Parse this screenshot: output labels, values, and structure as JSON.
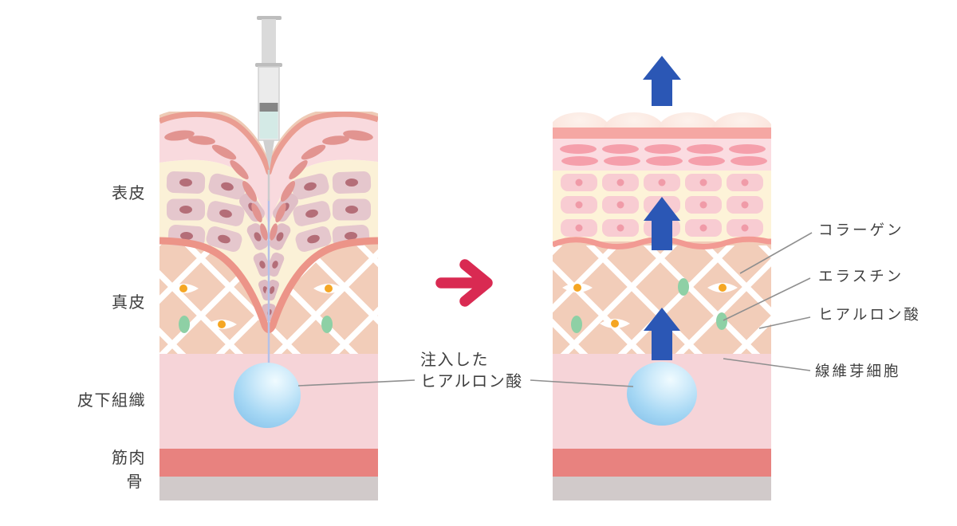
{
  "labels": {
    "epidermis": "表皮",
    "dermis": "真皮",
    "subcutaneous_tissue": "皮下組織",
    "muscle": "筋肉",
    "bone": "骨"
  },
  "caption": {
    "line1": "注入した",
    "line2": "ヒアルロン酸"
  },
  "annotations": {
    "collagen": "コラーゲン",
    "elastin": "エラスチン",
    "hyaluronic_acid": "ヒアルロン酸",
    "fibroblast": "線維芽細胞"
  },
  "colors": {
    "transform_arrow": "#d92a52",
    "lift_arrow": "#2b57b5",
    "muscle_layer": "#e8827f",
    "bone_layer": "#d1caca",
    "elastin_green": "#8ed0a5",
    "fibroblast_nucleus_orange": "#f5a623",
    "label_text": "#3f3f3f"
  }
}
